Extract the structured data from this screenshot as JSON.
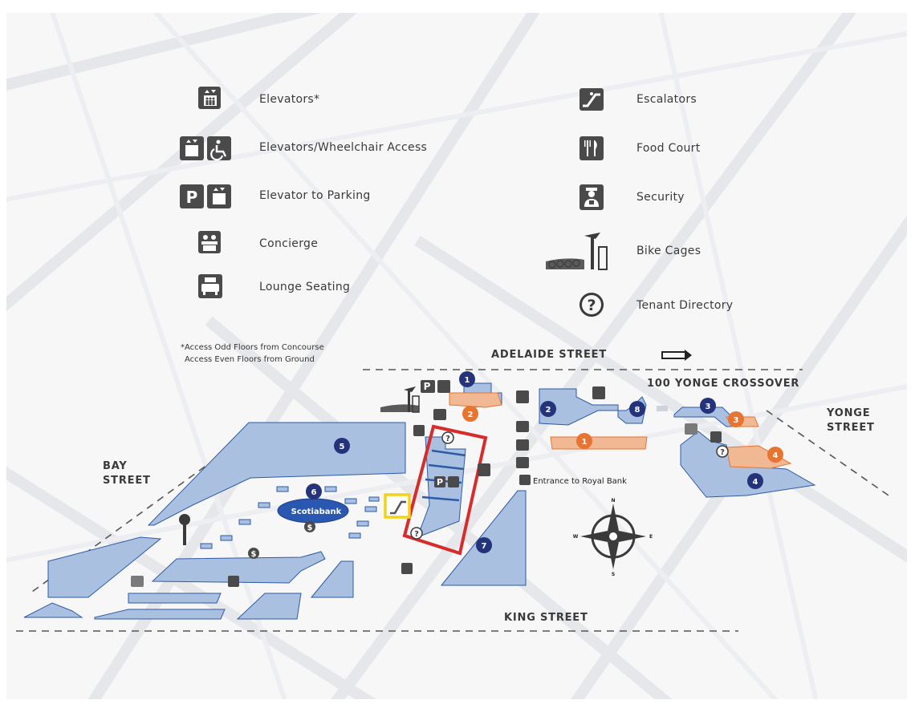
{
  "legend": {
    "elevators": "Elevators*",
    "elevators_wheelchair": "Elevators/Wheelchair Access",
    "elevator_parking": "Elevator to Parking",
    "concierge": "Concierge",
    "lounge": "Lounge Seating",
    "escalators": "Escalators",
    "food_court": "Food Court",
    "security": "Security",
    "bike_cages": "Bike Cages",
    "tenant_directory": "Tenant Directory"
  },
  "note": {
    "line1": "*Access Odd Floors from Concourse",
    "line2": "Access Even Floors from Ground"
  },
  "streets": {
    "adelaide": "ADELAIDE STREET",
    "yonge_crossover": "100 YONGE CROSSOVER",
    "yonge_1": "YONGE",
    "yonge_2": "STREET",
    "bay_1": "BAY",
    "bay_2": "STREET",
    "king": "KING STREET"
  },
  "map_labels": {
    "scotiabank": "Scotiabank",
    "royal_bank": "Entrance to Royal Bank",
    "parking_p": "P",
    "dollar": "$",
    "question": "?",
    "compass_n": "N",
    "compass_s": "S",
    "compass_e": "E",
    "compass_w": "W"
  },
  "badges_blue": [
    "1",
    "2",
    "3",
    "4",
    "5",
    "6",
    "7",
    "8"
  ],
  "badges_orange": [
    "1",
    "2",
    "3",
    "4"
  ],
  "colors": {
    "building": "#a9c0e0",
    "building_edge": "#2f5aa6",
    "badge_blue": "#25337a",
    "badge_orange": "#e87432",
    "orange_zone": "#f1b993",
    "highlight_red": "#d62c2c",
    "highlight_yellow": "#f2d21b",
    "icon_dark": "#4a4a4a"
  }
}
